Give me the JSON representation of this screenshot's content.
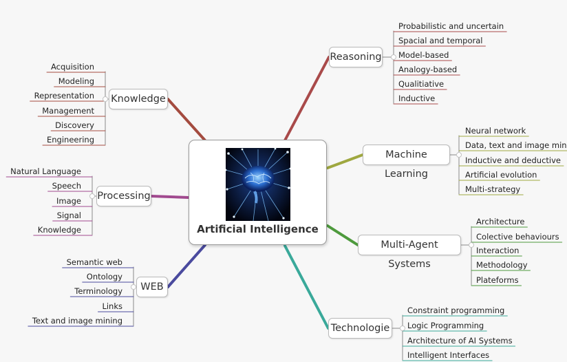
{
  "center": {
    "title": "Artificial Intelligence",
    "image_icon": "brain-network-icon"
  },
  "colors": {
    "reasoning": "#a94a4a",
    "machine_learning": "#9fa840",
    "multi_agent": "#4e9a3d",
    "technologie": "#3aa99a",
    "web": "#4a4a9e",
    "processing": "#a14a8f",
    "knowledge": "#a44b3f"
  },
  "branches": {
    "reasoning": {
      "label": "Reasoning",
      "items": [
        "Probabilistic and uncertain",
        "Spacial and temporal",
        "Model-based",
        "Analogy-based",
        "Qualitiative",
        "Inductive"
      ]
    },
    "machine_learning": {
      "label": "Machine Learning",
      "items": [
        "Neural network",
        "Data, text and image mining",
        "Inductive and deductive",
        "Artificial evolution",
        "Multi-strategy"
      ]
    },
    "multi_agent": {
      "label": "Multi-Agent Systems",
      "items": [
        "Architecture",
        "Colective behaviours",
        "Interaction",
        "Methodology",
        "Plateforms"
      ]
    },
    "technologie": {
      "label": "Technologie",
      "items": [
        "Constraint programming",
        "Logic Programming",
        "Architecture of AI Systems",
        "Intelligent Interfaces"
      ]
    },
    "knowledge": {
      "label": "Knowledge",
      "items": [
        "Acquisition",
        "Modeling",
        "Representation",
        "Management",
        "Discovery",
        "Engineering"
      ]
    },
    "processing": {
      "label": "Processing",
      "items": [
        "Natural Language",
        "Speech",
        "Image",
        "Signal",
        "Knowledge"
      ]
    },
    "web": {
      "label": "WEB",
      "items": [
        "Semantic web",
        "Ontology",
        "Terminology",
        "Links",
        "Text and image mining"
      ]
    }
  }
}
